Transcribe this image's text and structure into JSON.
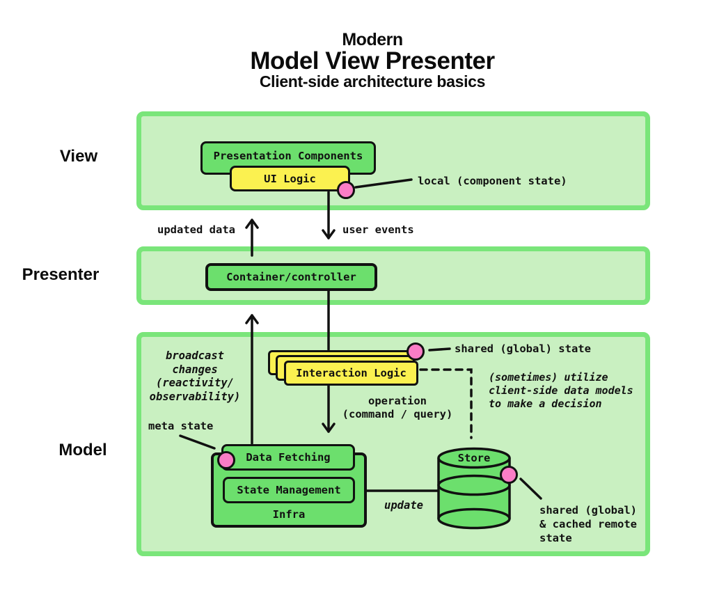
{
  "title": {
    "kicker": "Modern",
    "main": "Model View Presenter",
    "subtitle": "Client-side architecture basics"
  },
  "colors": {
    "band_fill": "#c9f0c1",
    "band_border": "#7ae57a",
    "box_green": "#6cdf6d",
    "box_yellow": "#fbf150",
    "pin_pink": "#fa7dc6",
    "ink": "#111111"
  },
  "bands": {
    "view_label": "View",
    "presenter_label": "Presenter",
    "model_label": "Model"
  },
  "view": {
    "presentation_components": "Presentation Components",
    "ui_logic": "UI Logic",
    "local_state_note": "local (component state)"
  },
  "presenter": {
    "container": "Container/controller"
  },
  "flows": {
    "updated_data": "updated data",
    "user_events": "user events",
    "broadcast_note": "broadcast\nchanges\n(reactivity/\nobservability)",
    "operation_note": "operation\n(command / query)",
    "update_label": "update"
  },
  "model": {
    "interaction_logic": "Interaction Logic",
    "shared_state_note": "shared (global) state",
    "sometimes_note": "(sometimes) utilize\nclient-side data models\nto make a decision",
    "meta_state_note": "meta state",
    "data_fetching": "Data Fetching",
    "state_management": "State Management",
    "infra": "Infra",
    "store": "Store",
    "shared_cached_note": "shared (global)\n& cached remote\nstate"
  }
}
